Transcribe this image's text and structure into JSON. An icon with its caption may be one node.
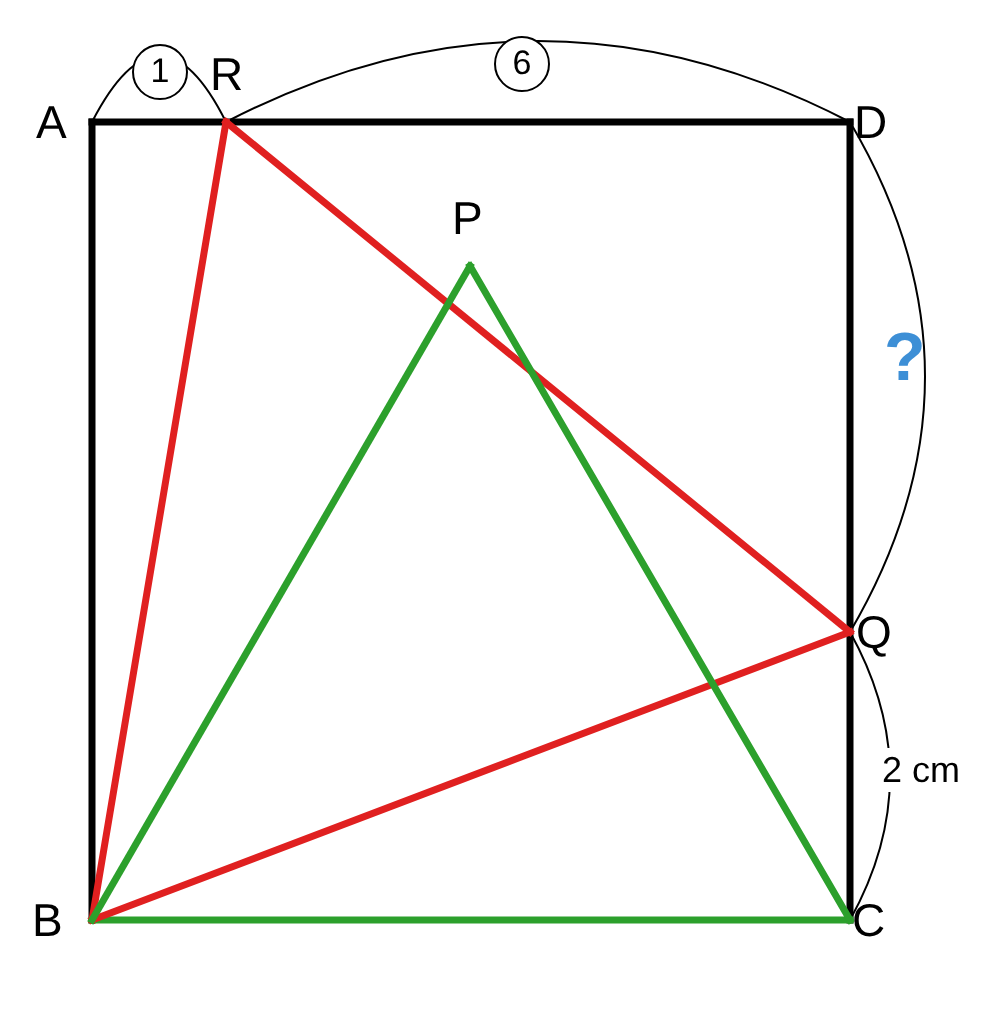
{
  "diagram": {
    "nodes": [
      {
        "text": [
          "A"
        ]
      },
      {
        "text": [
          "R"
        ]
      },
      {
        "text": [
          "D"
        ]
      },
      {
        "text": [
          "P"
        ]
      },
      {
        "text": [
          "Q"
        ]
      },
      {
        "text": [
          "B"
        ]
      },
      {
        "text": [
          "C"
        ]
      }
    ],
    "edges": [
      {
        "from": 0,
        "to": 2,
        "arrow": "none",
        "color": "#000000"
      },
      {
        "from": 0,
        "to": 5,
        "arrow": "none",
        "color": "#000000"
      },
      {
        "from": 2,
        "to": 6,
        "arrow": "none",
        "color": "#000000"
      },
      {
        "from": 5,
        "to": 6,
        "arrow": "none",
        "color": "#2ca02c"
      },
      {
        "from": 5,
        "to": 1,
        "arrow": "none",
        "color": "#e02020"
      },
      {
        "from": 1,
        "to": 4,
        "arrow": "none",
        "color": "#e02020"
      },
      {
        "from": 4,
        "to": 5,
        "arrow": "none",
        "color": "#e02020"
      },
      {
        "from": 5,
        "to": 3,
        "arrow": "none",
        "color": "#2ca02c"
      },
      {
        "from": 3,
        "to": 6,
        "arrow": "none",
        "color": "#2ca02c"
      }
    ],
    "labels": [
      "1",
      "6",
      "?",
      "2 cm"
    ]
  }
}
